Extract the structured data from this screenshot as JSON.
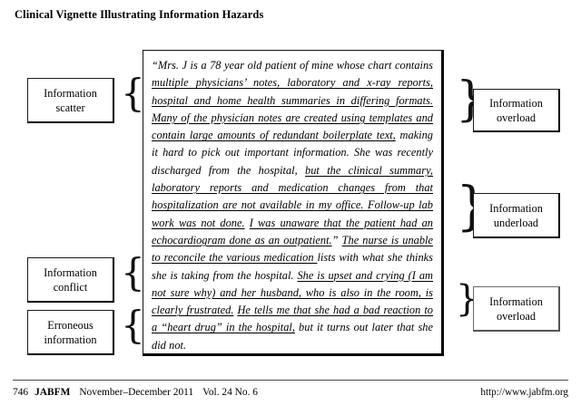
{
  "page": {
    "title": "Clinical Vignette Illustrating Information Hazards"
  },
  "vignette": {
    "segments": [
      {
        "text": "“Mrs. J is a 78 year old patient of mine whose chart contains ",
        "underline": false
      },
      {
        "text": "multiple physicians’ notes, laboratory and x-ray reports, hospital and home health summaries in differing formats. Many of the physician notes are created using templates and contain large amounts of redundant boilerplate text,",
        "underline": true
      },
      {
        "text": " making it hard to pick out important information.  She was recently discharged from the hospital, ",
        "underline": false
      },
      {
        "text": "but the clinical summary, laboratory reports and medication changes from that hospitalization are not available in my office. Follow-up lab work was not done.",
        "underline": true
      },
      {
        "text": "  ",
        "underline": false
      },
      {
        "text": "I was unaware that the patient had an echocardiogram done as an outpatient.",
        "underline": true
      },
      {
        "text": "”  ",
        "underline": false
      },
      {
        "text": "The nurse is unable to reconcile the various medication ",
        "underline": true
      },
      {
        "text": "lists with what she thinks she is taking from the hospital. ",
        "underline": false
      },
      {
        "text": "She is upset and crying (I am not sure why) and her husband, who is also in the room, is clearly frustrated.",
        "underline": true
      },
      {
        "text": "  ",
        "underline": false
      },
      {
        "text": "He tells me that she had a bad reaction to a “heart drug” in the hospital,",
        "underline": true
      },
      {
        "text": " but it turns out later that she did not.",
        "underline": false
      }
    ]
  },
  "left_labels": [
    {
      "line1": "Information",
      "line2": "scatter",
      "brace": "{"
    },
    {
      "line1": "Information",
      "line2": "conflict",
      "brace": "{"
    },
    {
      "line1": "Erroneous",
      "line2": "information",
      "brace": "{"
    }
  ],
  "right_labels": [
    {
      "line1": "Information",
      "line2": "overload",
      "brace": "}"
    },
    {
      "line1": "Information",
      "line2": "underload",
      "brace": "}"
    },
    {
      "line1": "Information",
      "line2": "overload",
      "brace": "}"
    }
  ],
  "footer": {
    "page_number": "746",
    "journal": "JABFM",
    "issue_date": "November–December 2011",
    "volume": "Vol. 24 No. 6",
    "url": "http://www.jabfm.org"
  }
}
